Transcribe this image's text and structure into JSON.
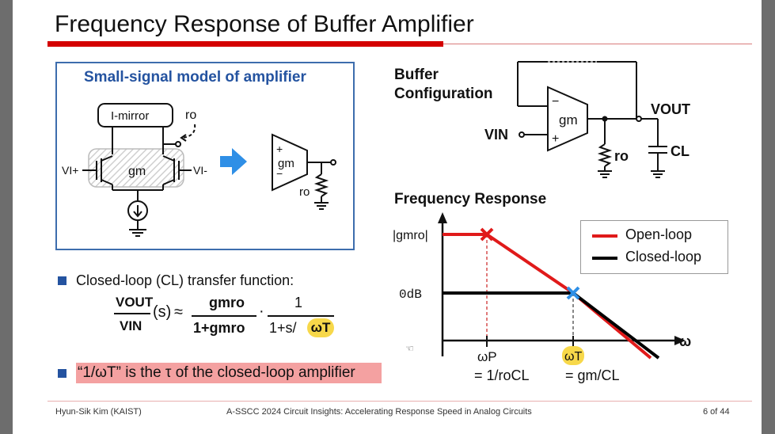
{
  "slide": {
    "title": "Frequency Response of Buffer Amplifier",
    "footer": {
      "author": "Hyun-Sik Kim (KAIST)",
      "event": "A-SSCC 2024 Circuit Insights: Accelerating Response Speed in Analog Circuits",
      "page": "6 of 44"
    },
    "colors": {
      "accent_red": "#d40000",
      "box_blue": "#3d6dad",
      "arrow_blue": "#2f8fe6",
      "open_loop": "#e01a1a",
      "closed_loop": "#000000",
      "highlight_yellow": "#f7d84a",
      "highlight_red": "#f4a1a1"
    }
  },
  "model": {
    "title": "Small-signal model of amplifier",
    "imirror": "I-mirror",
    "ro_top": "ro",
    "vin_plus": "VI+",
    "gm": "gm",
    "vin_minus": "VI-",
    "amp_gm": "gm",
    "amp_ro": "ro",
    "plus_sign": "+",
    "minus_sign": "−"
  },
  "buffer": {
    "label_line1": "Buffer",
    "label_line2": "Configuration",
    "vin": "VIN",
    "gm": "gm",
    "minus_sign": "−",
    "plus_sign": "+",
    "vout": "VOUT",
    "ro": "ro",
    "cl": "CL"
  },
  "closed_loop": {
    "bullet_text": "Closed-loop (CL) transfer function:",
    "formula": {
      "lhs_num": "VOUT",
      "lhs_den": "VIN",
      "s_arg": "(s)",
      "approx": "≈",
      "frac1_num": "gmro",
      "frac1_den": "1+gmro",
      "dot": "·",
      "frac2_num": "1",
      "frac2_den_prefix": "1+s/",
      "frac2_den_highlight": "ωT"
    },
    "tau_text": "“1/ωT” is the τ of the closed-loop amplifier"
  },
  "freq_plot": {
    "title": "Frequency Response",
    "y_top_label": "|gmro|",
    "y_mid_label": "0dB",
    "x_axis_label": "ω",
    "wp_label": "ωP",
    "wp_eq": "= 1/roCL",
    "wt_label": "ωT",
    "wt_eq": "= gm/CL",
    "legend": [
      "Open-loop",
      "Closed-loop"
    ]
  },
  "chart_data": {
    "type": "line",
    "xlabel": "ω",
    "ylabel": "",
    "x_scale": "log",
    "y_scale": "log",
    "x_ticks": [
      "ωP",
      "ωT"
    ],
    "y_ticks": [
      "|gmro|",
      "0dB"
    ],
    "series": [
      {
        "name": "Open-loop",
        "color": "#e01a1a",
        "points": [
          [
            "start",
            "|gmro|"
          ],
          [
            "ωP",
            "|gmro|"
          ],
          [
            "ωT",
            "0dB"
          ],
          [
            "beyond ωT",
            "below 0dB"
          ]
        ]
      },
      {
        "name": "Closed-loop",
        "color": "#000000",
        "points": [
          [
            "start",
            "0dB"
          ],
          [
            "ωT",
            "0dB"
          ],
          [
            "beyond ωT",
            "below 0dB"
          ]
        ]
      }
    ],
    "markers": [
      {
        "at": "ωP",
        "color": "#e01a1a"
      },
      {
        "at": "ωT",
        "color": "#2f8fe6"
      }
    ],
    "legend_position": "top-right"
  }
}
